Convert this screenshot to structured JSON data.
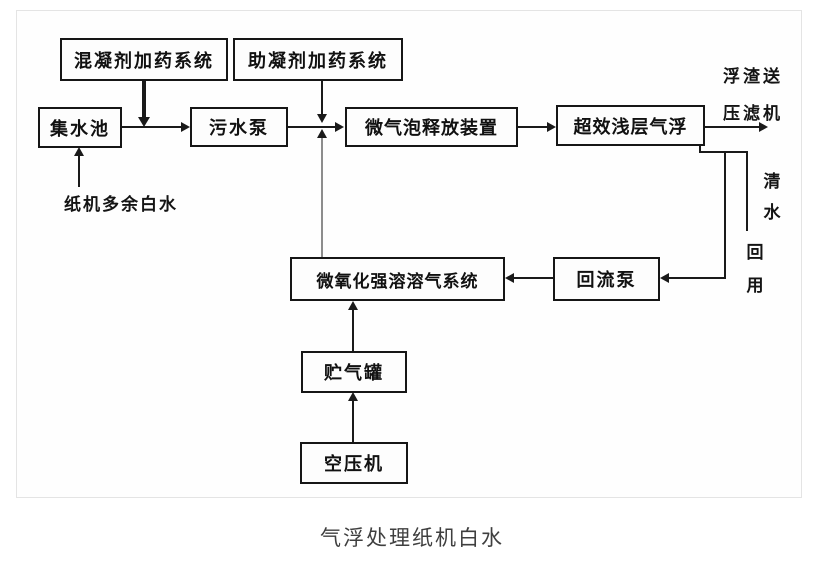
{
  "diagram": {
    "caption": "气浮处理纸机白水",
    "nodes": {
      "coagulant": "混凝剂加药系统",
      "flocculant": "助凝剂加药系统",
      "sump": "集水池",
      "sewage_pump": "污水泵",
      "release_device": "微气泡释放装置",
      "daf": "超效浅层气浮",
      "saturation": "微氧化强溶溶气系统",
      "reflux_pump": "回流泵",
      "gas_tank": "贮气罐",
      "compressor": "空压机"
    },
    "labels": {
      "influent": "纸机多余白水",
      "scum_line1": "浮渣送",
      "scum_line2": "压滤机",
      "clean_water": "清水",
      "reuse": "回用"
    },
    "colors": {
      "line": "#1a1a1a",
      "thin_riser": "#8d8d8d",
      "panel_border": "#e4e4e4",
      "caption_text": "#3f3f3f"
    }
  }
}
